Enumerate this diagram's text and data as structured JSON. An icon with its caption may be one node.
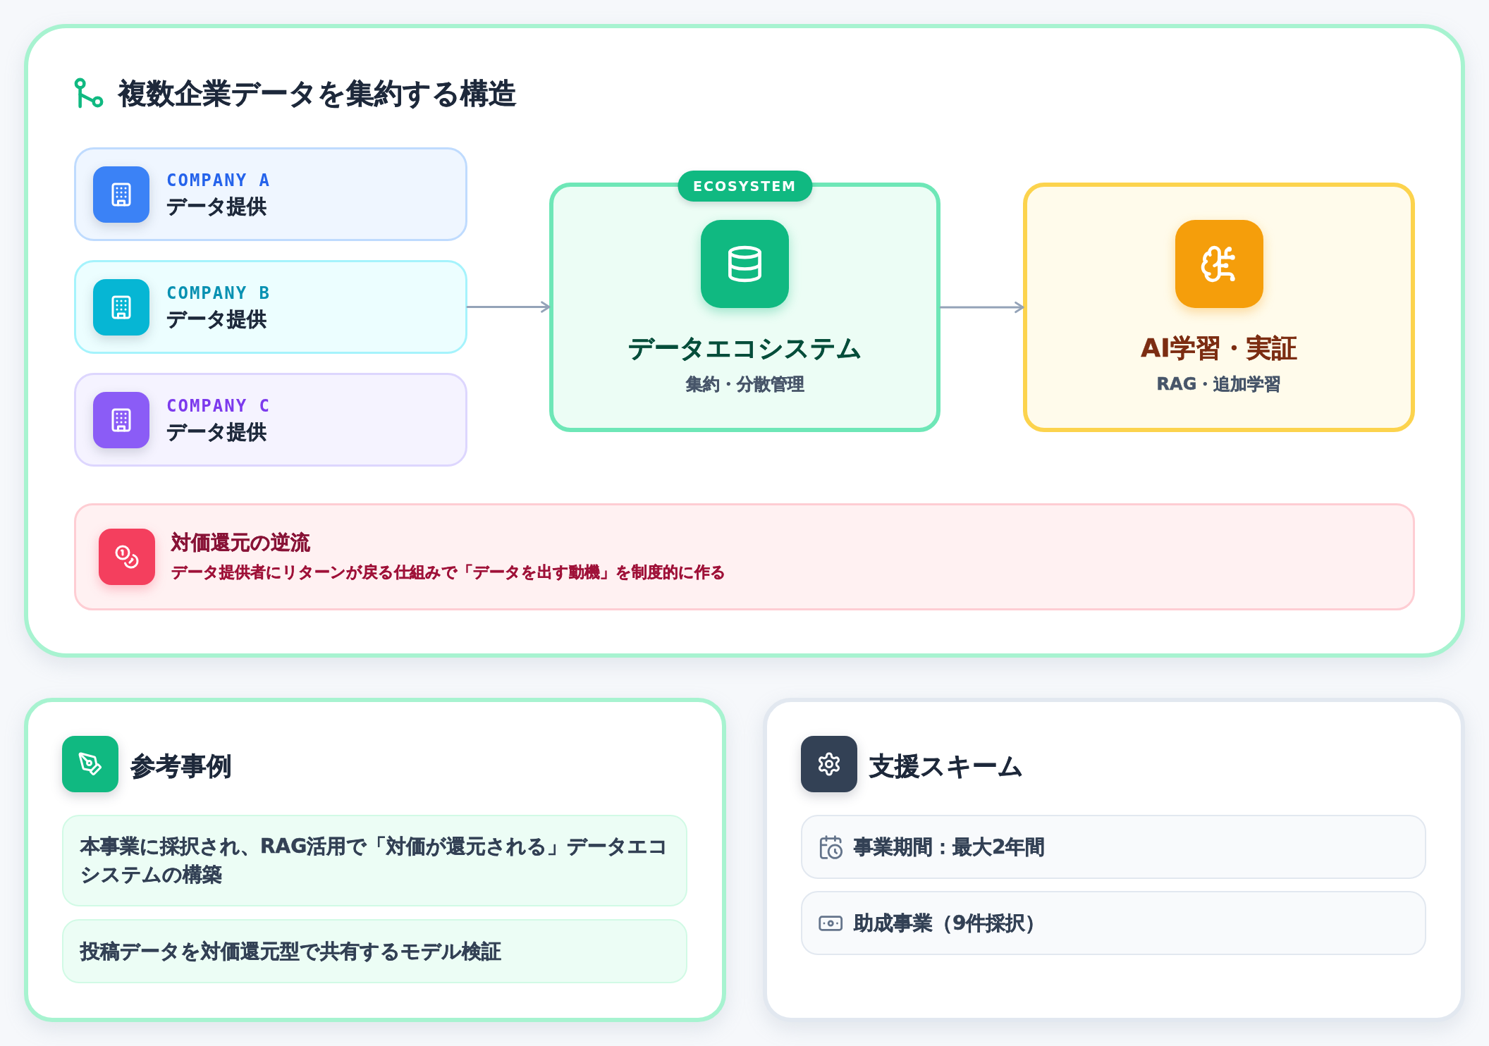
{
  "diagram": {
    "nodes": [
      {
        "text": [
          "複数企業データを集約する構造"
        ]
      },
      {
        "text": [
          "COMPANY A",
          "データ提供"
        ],
        "in": 0
      },
      {
        "text": [
          "COMPANY B",
          "データ提供"
        ],
        "in": 0
      },
      {
        "text": [
          "COMPANY C",
          "データ提供"
        ],
        "in": 0
      },
      {
        "text": [
          "ECOSYSTEM",
          "データエコシステム",
          "集約・分散管理"
        ],
        "in": 0
      },
      {
        "text": [
          "AI学習・実証",
          "RAG・追加学習"
        ],
        "in": 0
      },
      {
        "text": [
          "対価還元の逆流",
          "データ提供者にリターンが戻る仕組みで「データを出す動機」を制度的に作る"
        ],
        "in": 0
      },
      {
        "text": [
          "参考事例"
        ]
      },
      {
        "text": [
          "本事業に採択され、RAG活用で「対価が還元される」データエコシステムの構築"
        ],
        "in": 7
      },
      {
        "text": [
          "投稿データを対価還元型で共有するモデル検証"
        ],
        "in": 7
      },
      {
        "text": [
          "支援スキーム"
        ]
      },
      {
        "text": [
          "事業期間：最大2年間"
        ],
        "in": 10
      },
      {
        "text": [
          "助成事業（9件採択）"
        ],
        "in": 10
      }
    ],
    "edges": [
      {
        "from": 2,
        "to": 4,
        "arrow": "to"
      },
      {
        "from": 4,
        "to": 5,
        "arrow": "to"
      }
    ]
  }
}
